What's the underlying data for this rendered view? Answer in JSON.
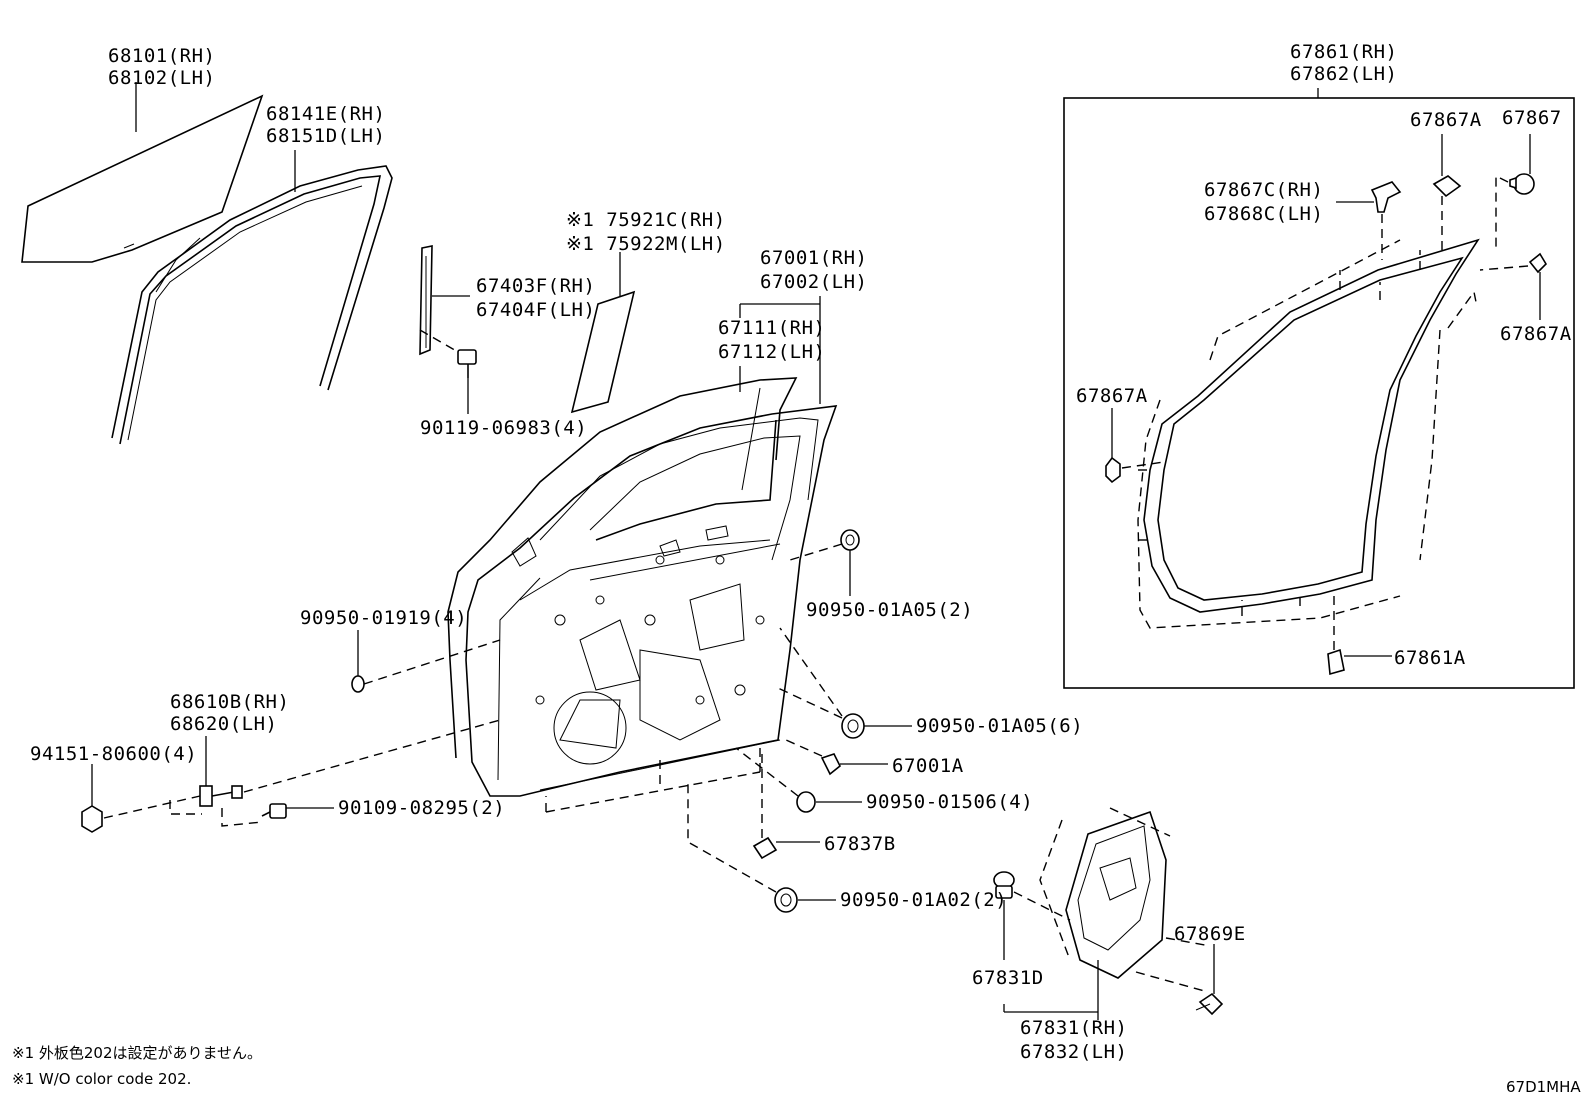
{
  "labels": {
    "glass_rh": "68101(RH)",
    "glass_lh": "68102(LH)",
    "run_rh": "68141E(RH)",
    "run_lh": "68151D(LH)",
    "emblem_rh": "※1 75921C(RH)",
    "emblem_lh": "※1 75922M(LH)",
    "frame_rh": "67403F(RH)",
    "frame_lh": "67404F(LH)",
    "screw": "90119-06983(4)",
    "door_rh": "67001(RH)",
    "door_lh": "67002(LH)",
    "panel_rh": "67111(RH)",
    "panel_lh": "67112(LH)",
    "plug_1919": "90950-01919(4)",
    "plug_a05_2": "90950-01A05(2)",
    "plug_a05_6": "90950-01A05(6)",
    "clip_67001a": "67001A",
    "plug_1506": "90950-01506(4)",
    "clip_67837b": "67837B",
    "plug_a02": "90950-01A02(2)",
    "check_rh": "68610B(RH)",
    "check_lh": "68620(LH)",
    "nut": "94151-80600(4)",
    "bolt": "90109-08295(2)",
    "weather_rh": "67861(RH)",
    "weather_lh": "67862(LH)",
    "clip_67867a_top": "67867A",
    "clip_67867": "67867",
    "clip_c_rh": "67867C(RH)",
    "clip_c_lh": "67868C(LH)",
    "clip_67867a_right": "67867A",
    "clip_67867a_left": "67867A",
    "clip_67861a": "67861A",
    "clip_67869e": "67869E",
    "clip_67831d": "67831D",
    "sheet_rh": "67831(RH)",
    "sheet_lh": "67832(LH)"
  },
  "notes": {
    "jp": "※1 外板色202は設定がありません。",
    "en": "※1 W/O color code 202."
  },
  "diagram_code": "67D1MHA"
}
